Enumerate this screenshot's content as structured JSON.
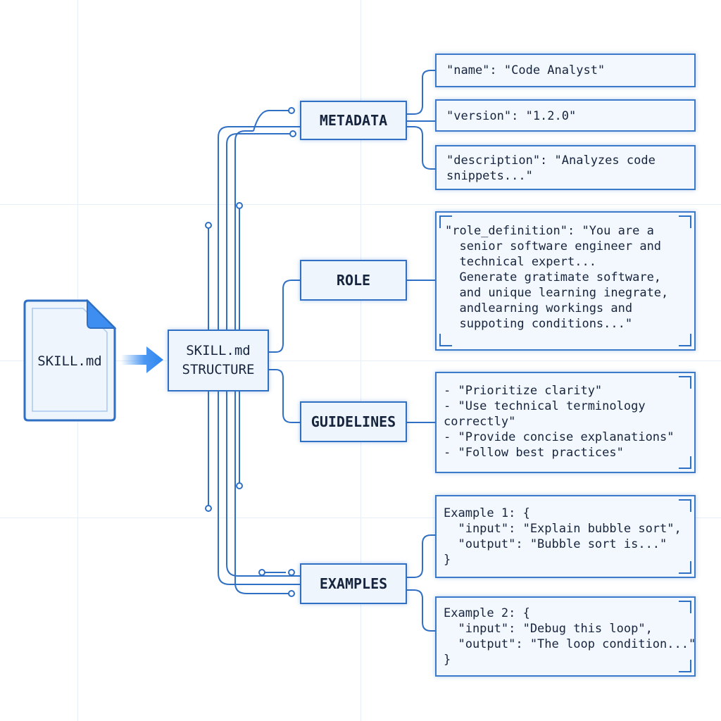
{
  "source_file": {
    "label": "SKILL.md",
    "icon": "document-icon"
  },
  "center_node": {
    "label": "SKILL.md\nSTRUCTURE"
  },
  "sections": [
    {
      "id": "metadata",
      "label": "METADATA",
      "details": [
        "\"name\": \"Code Analyst\"",
        "\"version\": \"1.2.0\"",
        "\"description\": \"Analyzes code\nsnippets...\""
      ]
    },
    {
      "id": "role",
      "label": "ROLE",
      "details": [
        "\"role_definition\": \"You are a\n  senior software engineer and\n  technical expert...\n  Generate gratimate software,\n  and unique learning inegrate,\n  andlearning workings and\n  suppoting conditions...\""
      ]
    },
    {
      "id": "guidelines",
      "label": "GUIDELINES",
      "details": [
        "- \"Prioritize clarity\"\n- \"Use technical terminology\ncorrectly\"\n- \"Provide concise explanations\"\n- \"Follow best practices\""
      ]
    },
    {
      "id": "examples",
      "label": "EXAMPLES",
      "details": [
        "Example 1: {\n  \"input\": \"Explain bubble sort\",\n  \"output\": \"Bubble sort is...\"\n}",
        "Example 2: {\n  \"input\": \"Debug this loop\",\n  \"output\": \"The loop condition...\"\n}"
      ]
    }
  ],
  "colors": {
    "line": "#2f6fc4",
    "node_fill": "#eef5fd",
    "panel_fill": "#f3f8fe",
    "arrow": "#2d86f0",
    "grid": "#e6eef8"
  }
}
